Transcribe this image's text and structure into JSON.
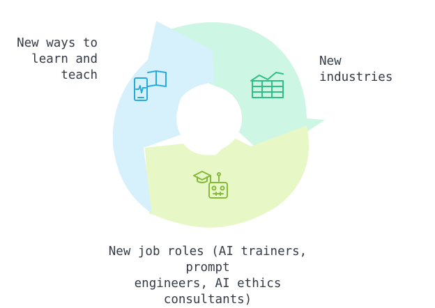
{
  "segments": [
    {
      "id": "learning",
      "label": "New ways to\nlearn and\nteach",
      "icon": "tablet-book-icon",
      "color": "#d6f1fb",
      "icon_color": "#26a9dd"
    },
    {
      "id": "industries",
      "label": "New\nindustries",
      "icon": "factory-chart-icon",
      "color": "#cdf6e5",
      "icon_color": "#2fbf83"
    },
    {
      "id": "jobs",
      "label": "New job roles (AI trainers, prompt\nengineers, AI ethics consultants)",
      "icon": "robot-graduate-icon",
      "color": "#e7f8c6",
      "icon_color": "#86b93a"
    }
  ]
}
